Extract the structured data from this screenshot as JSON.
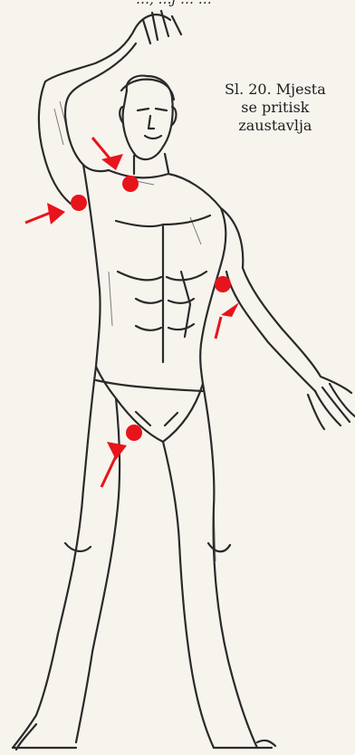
{
  "header": {
    "cutoff_text": "…, …j …   …"
  },
  "caption": {
    "line1": "Sl. 20. Mjesta",
    "line2": "se pritisk",
    "line3": "zaustavlja"
  },
  "figure": {
    "pressure_points": [
      {
        "name": "neck-carotid",
        "color": "#e8141b"
      },
      {
        "name": "armpit-axillary",
        "color": "#e8141b"
      },
      {
        "name": "upper-arm-brachial",
        "color": "#e8141b"
      },
      {
        "name": "groin-femoral",
        "color": "#e8141b"
      }
    ],
    "ink_color": "#2a2a2a",
    "marker_color": "#e8141b"
  }
}
